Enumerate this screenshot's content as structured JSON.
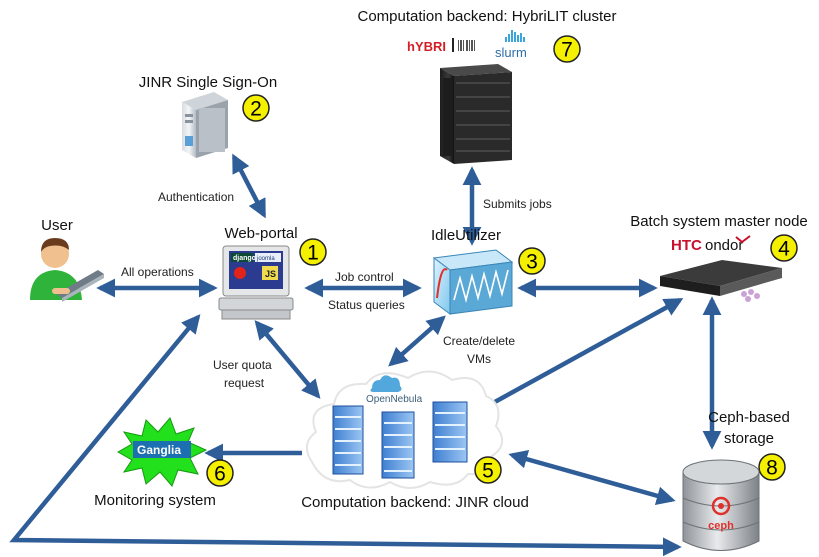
{
  "nodes": {
    "portal": {
      "title": "Web-portal",
      "num": "1",
      "logos": [
        "django",
        "joomla",
        "JS"
      ]
    },
    "sso": {
      "title": "JINR Single Sign-On",
      "num": "2"
    },
    "utilizer": {
      "title": "IdleUtilizer",
      "num": "3"
    },
    "batch": {
      "title": "Batch system master node",
      "num": "4",
      "logo": "HTCondor",
      "logo_a": "HTC",
      "logo_b": "ondor"
    },
    "cloud": {
      "title": "Computation backend: JINR cloud",
      "num": "5",
      "logo": "OpenNebula"
    },
    "monitoring": {
      "title": "Monitoring system",
      "num": "6",
      "logo": "Ganglia"
    },
    "hybrilit": {
      "title": "Computation backend: HybriLIT cluster",
      "num": "7",
      "logo_a": "hYBRI",
      "logo_b": "slurm"
    },
    "ceph": {
      "title_line1": "Ceph-based",
      "title_line2": "storage",
      "num": "8",
      "logo": "ceph"
    },
    "user": {
      "title": "User"
    }
  },
  "edges": {
    "authentication": "Authentication",
    "all_operations": "All operations",
    "job_control": "Job control",
    "status_queries": "Status queries",
    "submits_jobs": "Submits jobs",
    "create_delete_1": "Create/delete",
    "create_delete_2": "VMs",
    "user_quota_1": "User quota",
    "user_quota_2": "request"
  },
  "colors": {
    "arrow": "#2f5d98",
    "badge_fill": "#f5f000",
    "badge_stroke": "#222222",
    "ganglia_star": "#22e01c"
  }
}
